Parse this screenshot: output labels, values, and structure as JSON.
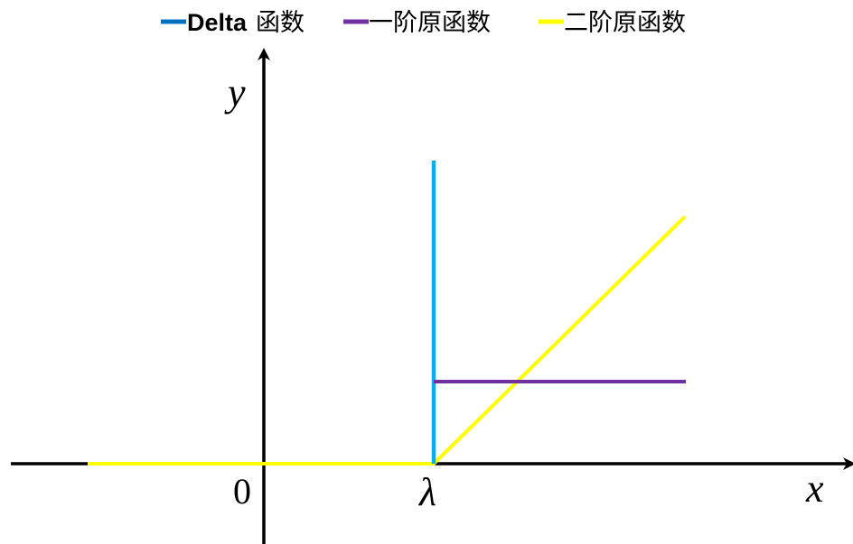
{
  "legend": {
    "items": [
      {
        "label_bold": "Delta",
        "label": "函数",
        "color": "#0070C0"
      },
      {
        "label_bold": "",
        "label": "一阶原函数",
        "color": "#7030A0"
      },
      {
        "label_bold": "",
        "label": "二阶原函数",
        "color": "#FFFF00"
      }
    ]
  },
  "axes": {
    "x_label": "x",
    "y_label": "y",
    "origin_label": "0",
    "lambda_label": "λ"
  },
  "curves": {
    "delta_color": "#00B0F0",
    "first_color": "#7030A0",
    "second_color": "#FFFF00",
    "axis_color": "#000000"
  }
}
